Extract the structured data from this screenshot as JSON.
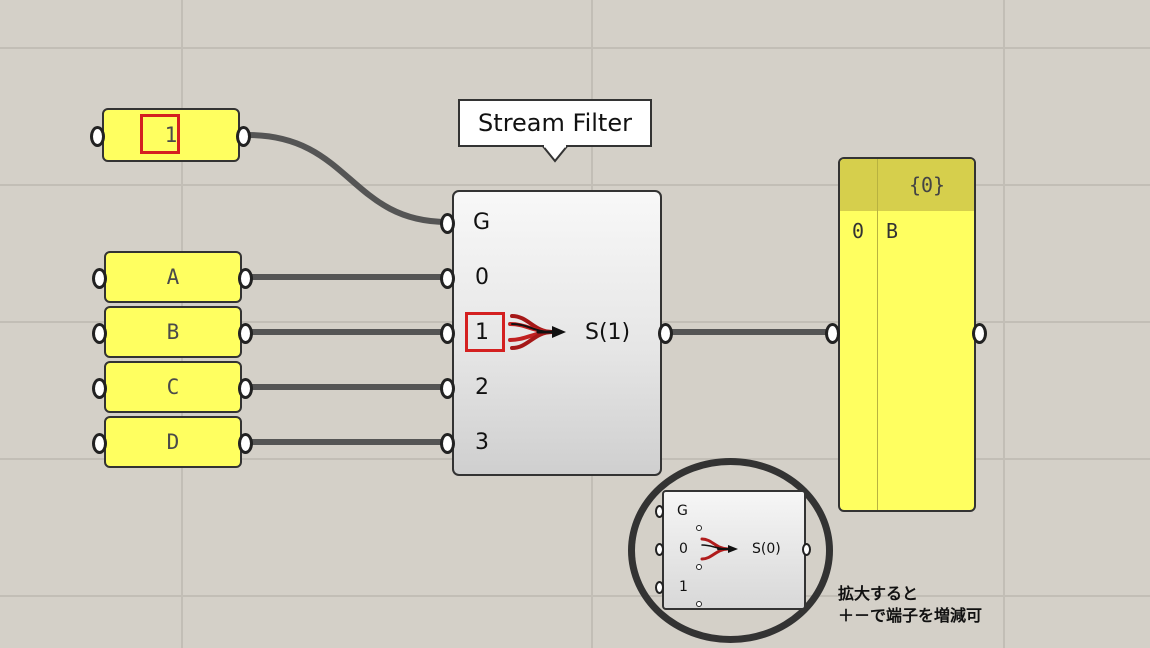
{
  "number_slider": {
    "value": "1"
  },
  "panels": [
    {
      "text": "A"
    },
    {
      "text": "B"
    },
    {
      "text": "C"
    },
    {
      "text": "D"
    }
  ],
  "tooltip": {
    "text": "Stream Filter"
  },
  "component": {
    "inputs": [
      "G",
      "0",
      "1",
      "2",
      "3"
    ],
    "output": "S(1)",
    "icon": "stream-filter-icon"
  },
  "viewer": {
    "path": "{0}",
    "index": "0",
    "value": "B"
  },
  "zoom_preview": {
    "inputs": [
      "G",
      "0",
      "1"
    ],
    "output": "S(0)"
  },
  "note": {
    "line1": "拡大すると",
    "line2": "＋－で端子を増減可"
  },
  "colors": {
    "canvas": "#d4d0c8",
    "panel": "#ffff60",
    "highlight": "#d42020"
  }
}
